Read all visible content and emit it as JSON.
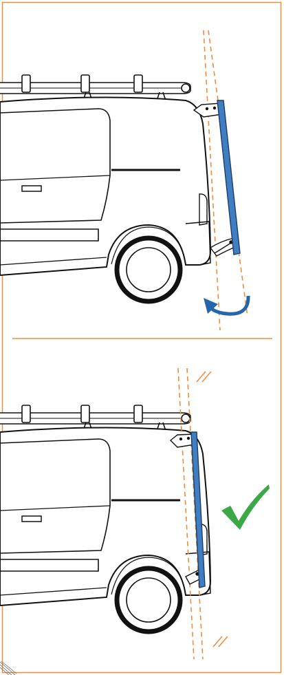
{
  "colors": {
    "frame": "#ee8c3a",
    "guide": "#ee8c3a",
    "ladder": "#3f7fc1",
    "ladder_outline": "#1d3c66",
    "rotate_arrow": "#2565ad",
    "checkmark": "#39a845",
    "van_line": "#111111"
  },
  "icons": {
    "rotation": "curved-arrow-icon",
    "approved": "checkmark-icon",
    "parallel": "parallel-mark-icon"
  },
  "panels": [
    {
      "id": "top",
      "state": "ladder-tilted-outward"
    },
    {
      "id": "bottom",
      "state": "ladder-parallel-to-door"
    }
  ]
}
